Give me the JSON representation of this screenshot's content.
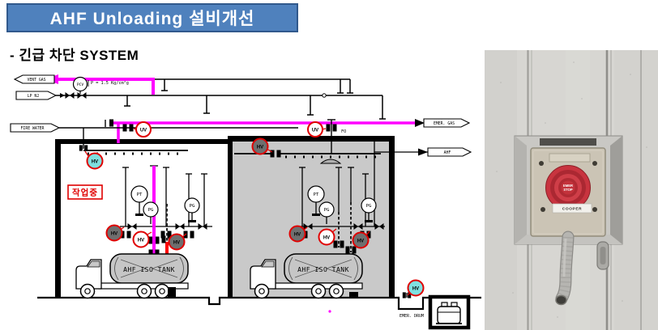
{
  "slide": {
    "title": "AHF Unloading 설비개선",
    "subtitle": "- 긴급 차단 SYSTEM"
  },
  "diagram": {
    "streams": {
      "vent_gas": "VENT GAS",
      "lp_n2": "LP N2",
      "fire_water": "FIRE WATER",
      "emer_gas": "EMER. GAS",
      "ahf": "AHF"
    },
    "instruments": {
      "pcv": "PCV",
      "pcv_setpoint": "P = 1.5 Kg/cm²g",
      "pt": "PT",
      "pg": "PG",
      "uv": "UV",
      "hv": "HV",
      "fo": "FO"
    },
    "labels": {
      "working_sign": "작업중",
      "iso_tank": "AHF ISO TANK",
      "emer_drum": "EMER. DRUM"
    },
    "colors": {
      "highlight_magenta": "#ff00ff",
      "alarm_red": "#ff0000",
      "valve_open_cyan": "#7fe0e0",
      "valve_closed_gray": "#6f6f6f",
      "room_fill_gray": "#c9c9c9",
      "title_bar_blue": "#4f81bd"
    }
  },
  "photo": {
    "button_line1": "EMER",
    "button_line2": "STOP",
    "brand_label": "COOPER"
  }
}
